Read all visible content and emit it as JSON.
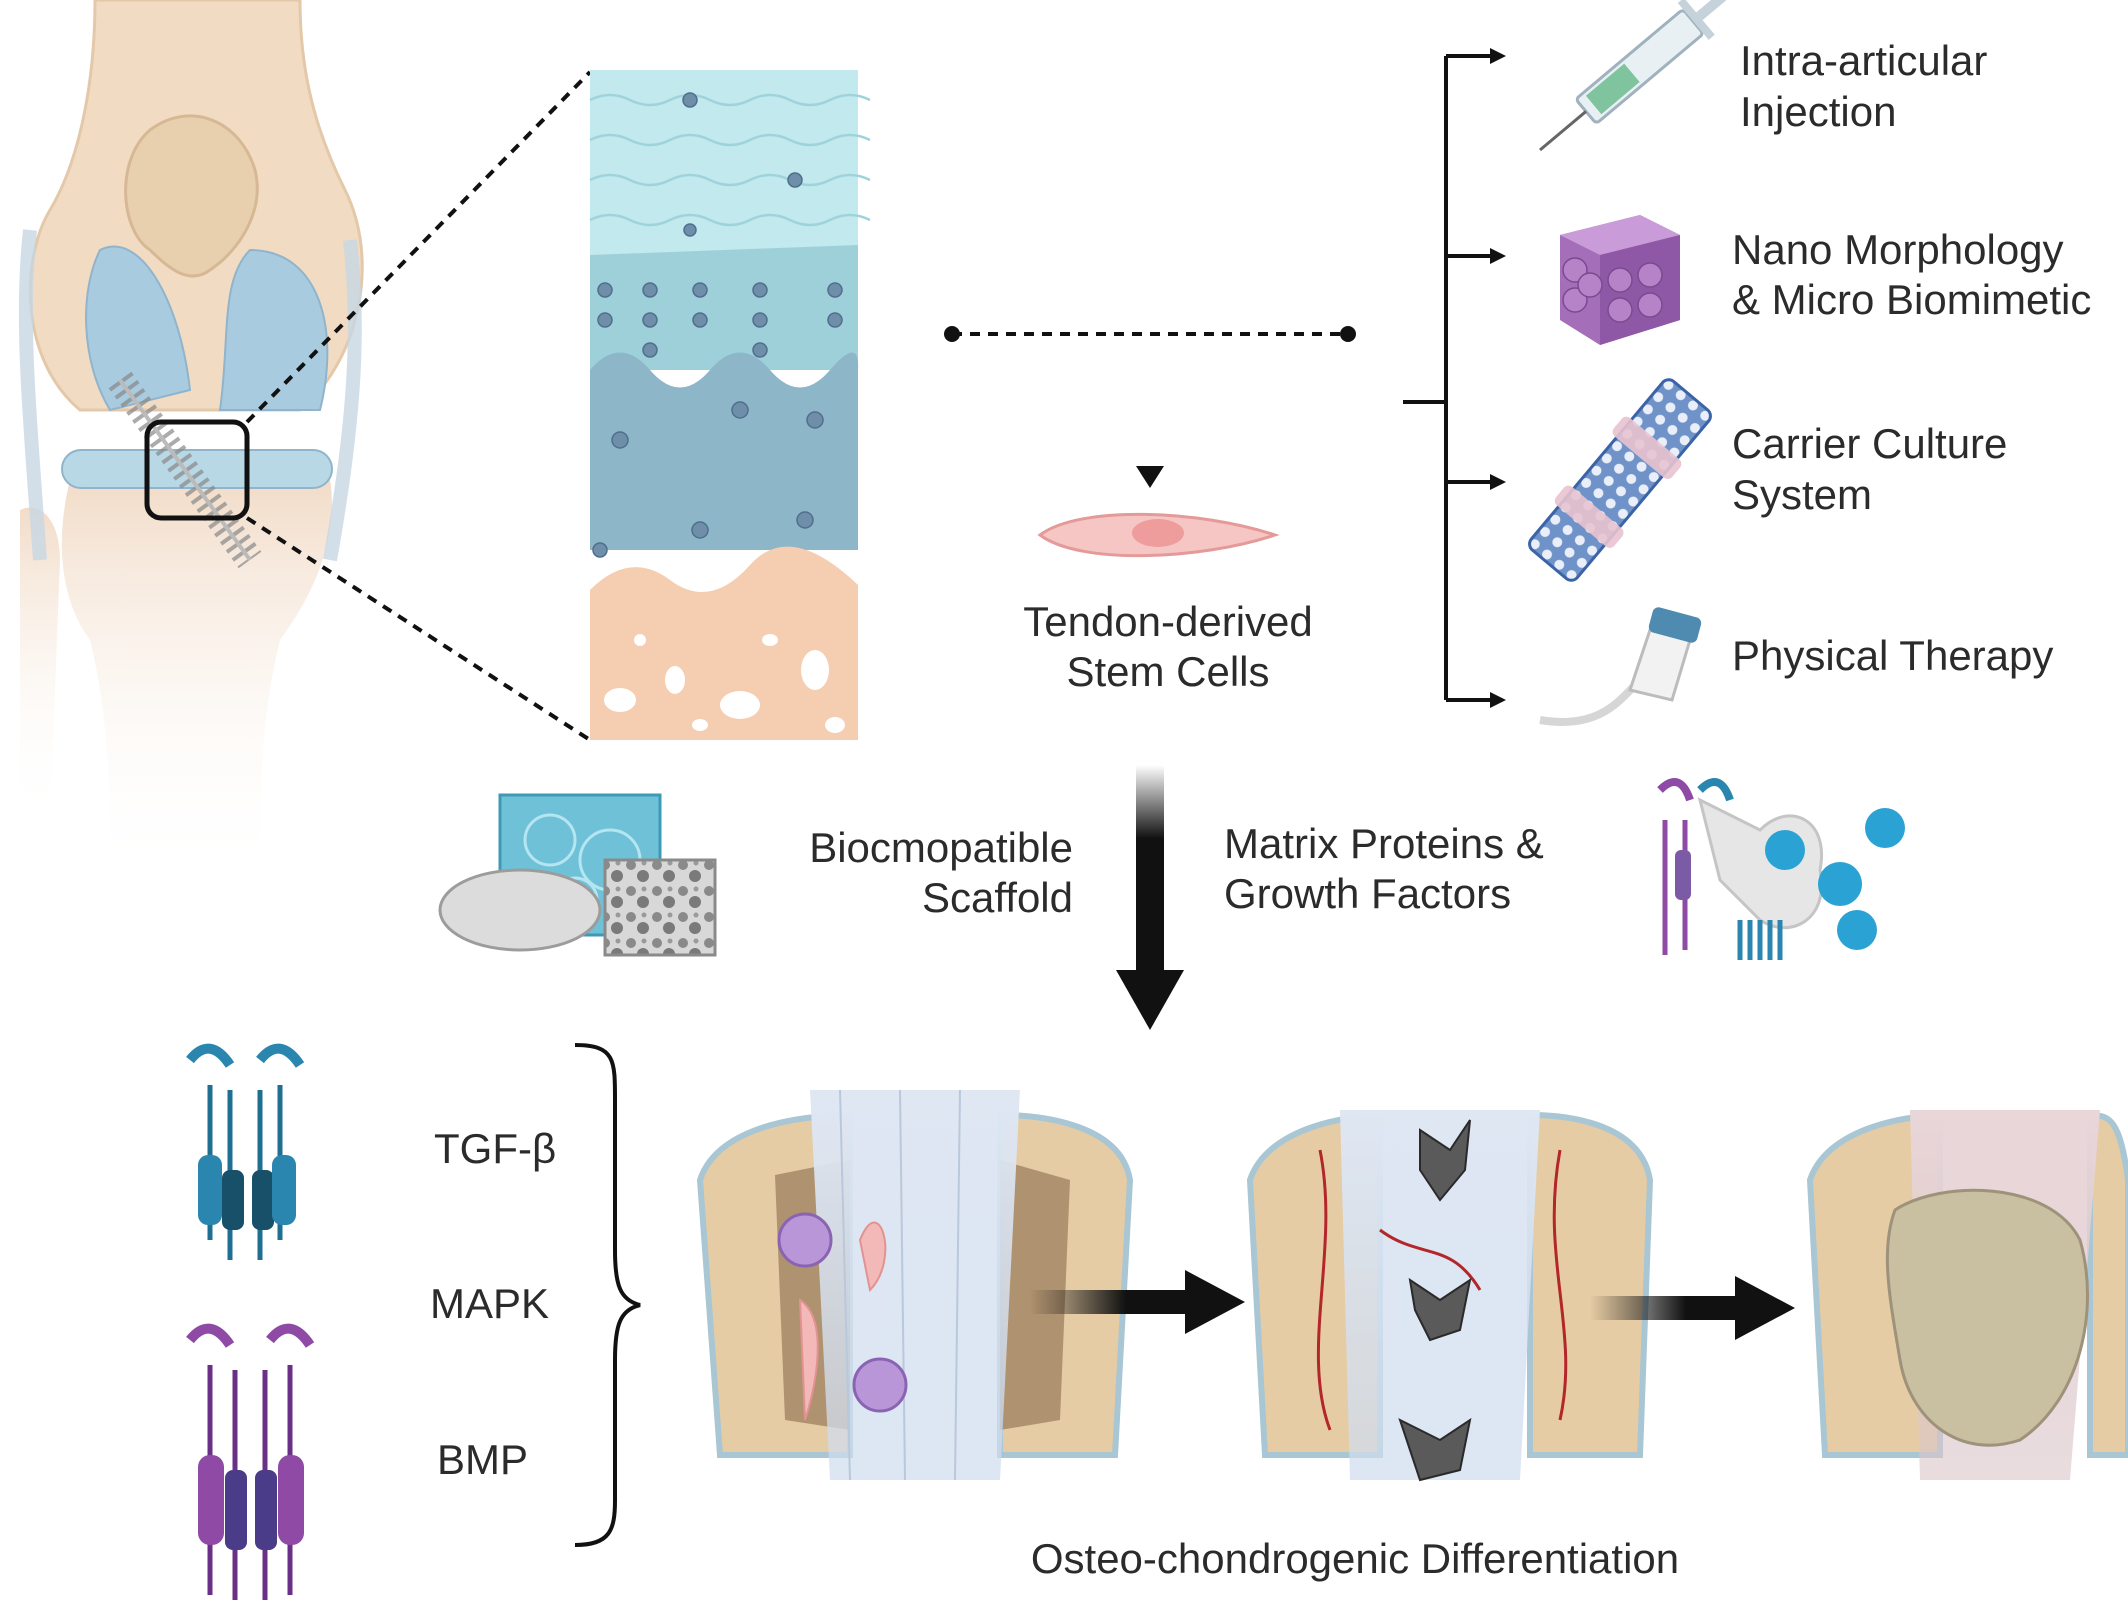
{
  "delivery_methods": [
    {
      "line1": "Intra-articular",
      "line2": "Injection",
      "icon": "syringe-icon"
    },
    {
      "line1": "Nano Morphology",
      "line2": "& Micro Biomimetic",
      "icon": "nanocube-icon"
    },
    {
      "line1": "Carrier Culture",
      "line2": "System",
      "icon": "carrier-scaffold-icon"
    },
    {
      "line1": "Physical Therapy",
      "line2": "",
      "icon": "ultrasound-probe-icon"
    }
  ],
  "stem_cells": {
    "line1": "Tendon-derived",
    "line2": "Stem Cells"
  },
  "scaffold": {
    "line1": "Biocmopatible",
    "line2": "Scaffold"
  },
  "factors": {
    "line1": "Matrix Proteins &",
    "line2": "Growth Factors"
  },
  "pathways": [
    "TGF-β",
    "MAPK",
    "BMP"
  ],
  "footer": {
    "label": "Osteo-chondrogenic Differentiation"
  },
  "colors": {
    "cartilage_light": "#bfe6ea",
    "cartilage_mid": "#a9cfdb",
    "bone_pink": "#f5cdb0",
    "cell_pink": "#f3b9b8",
    "receptor_blue": "#2a86ae",
    "receptor_purple": "#8e4aa5",
    "bone_tan": "#e6cca4",
    "arrow_dark": "#111111"
  }
}
